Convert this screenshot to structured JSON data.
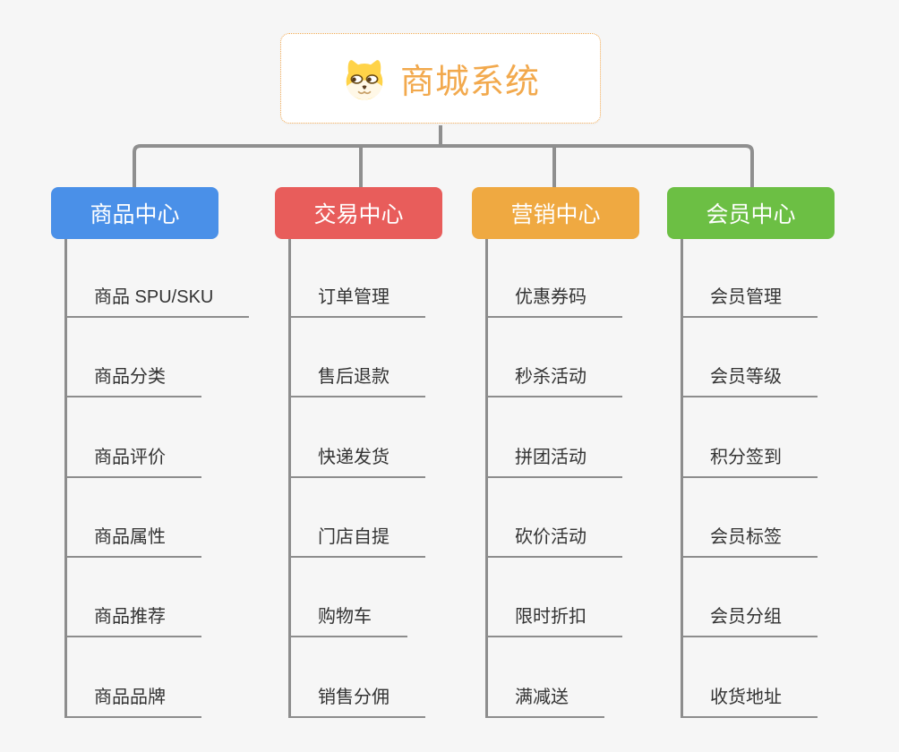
{
  "root": {
    "title": "商城系统",
    "icon": "dog-face-icon",
    "title_color": "#f2a94d",
    "border_color": "#f0a850"
  },
  "connector_color": "#8f8f8f",
  "branches": [
    {
      "label": "商品中心",
      "color": "#4a90e8",
      "items": [
        "商品 SPU/SKU",
        "商品分类",
        "商品评价",
        "商品属性",
        "商品推荐",
        "商品品牌"
      ]
    },
    {
      "label": "交易中心",
      "color": "#e85d5b",
      "items": [
        "订单管理",
        "售后退款",
        "快递发货",
        "门店自提",
        "购物车",
        "销售分佣"
      ]
    },
    {
      "label": "营销中心",
      "color": "#efa941",
      "items": [
        "优惠券码",
        "秒杀活动",
        "拼团活动",
        "砍价活动",
        "限时折扣",
        "满减送"
      ]
    },
    {
      "label": "会员中心",
      "color": "#6cbf44",
      "items": [
        "会员管理",
        "会员等级",
        "积分签到",
        "会员标签",
        "会员分组",
        "收货地址"
      ]
    }
  ]
}
